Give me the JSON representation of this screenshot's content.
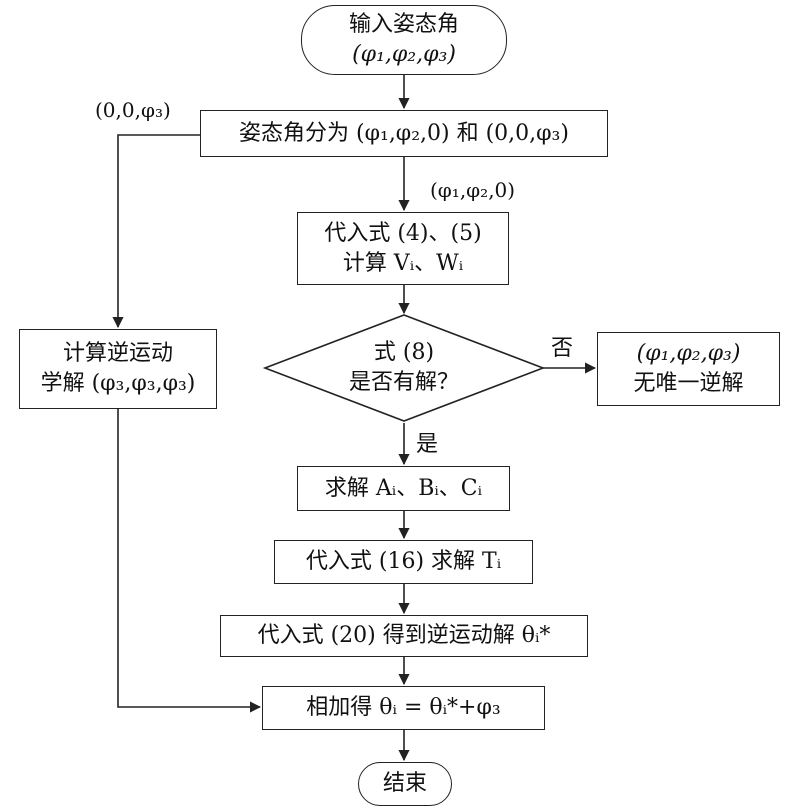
{
  "nodes": {
    "start": {
      "line1": "输入姿态角",
      "line2": "(φ₁,φ₂,φ₃)"
    },
    "split": {
      "text": "姿态角分为 (φ₁,φ₂,0) 和 (0,0,φ₃)"
    },
    "subst45": {
      "line1": "代入式 (4)、(5)",
      "line2": "计算 Vᵢ、Wᵢ"
    },
    "decision": {
      "line1": "式 (8)",
      "line2": "是否有解？"
    },
    "no_unique": {
      "line1": "(φ₁,φ₂,φ₃)",
      "line2": "无唯一逆解"
    },
    "left_calc": {
      "line1": "计算逆运动",
      "line2": "学解 (φ₃,φ₃,φ₃)"
    },
    "solve_abc": {
      "text": "求解 Aᵢ、Bᵢ、Cᵢ"
    },
    "solve_t": {
      "text": "代入式 (16) 求解 Tᵢ"
    },
    "solve_theta": {
      "text": "代入式 (20) 得到逆运动解 θᵢ*"
    },
    "sum": {
      "text": "相加得 θᵢ = θᵢ*+φ₃"
    },
    "end": {
      "text": "结束"
    }
  },
  "edge_labels": {
    "left_branch": "(0,0,φ₃)",
    "right_branch": "(φ₁,φ₂,0)",
    "no": "否",
    "yes": "是"
  }
}
